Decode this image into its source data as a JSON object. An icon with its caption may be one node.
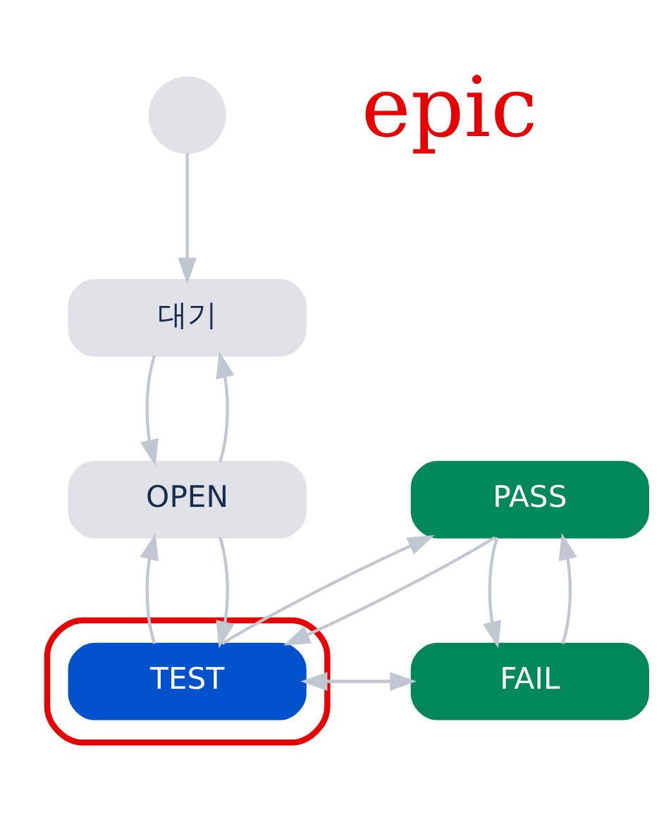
{
  "diagram": {
    "nodes": [
      {
        "text": [],
        "shape": "circle"
      },
      {
        "text": [
          "대기"
        ]
      },
      {
        "text": [
          "OPEN"
        ]
      },
      {
        "text": [],
        "shape": "ellipse"
      },
      {
        "text": [
          "TEST"
        ],
        "in": 3
      },
      {
        "text": [
          "PASS"
        ]
      },
      {
        "text": [
          "FAIL"
        ]
      }
    ],
    "edges": [
      {
        "from": 0,
        "to": 1,
        "arrow": "to"
      },
      {
        "from": 1,
        "to": 2,
        "arrow": "to"
      },
      {
        "from": 2,
        "to": 1,
        "arrow": "to"
      },
      {
        "from": 4,
        "to": 2,
        "arrow": "to"
      },
      {
        "from": 2,
        "to": 4,
        "arrow": "to"
      },
      {
        "from": 5,
        "to": 4,
        "arrow": "to"
      },
      {
        "from": 4,
        "to": 5,
        "arrow": "to"
      },
      {
        "from": 5,
        "to": 6,
        "arrow": "to"
      },
      {
        "from": 6,
        "to": 4,
        "arrow": "to"
      },
      {
        "from": 6,
        "to": 5,
        "arrow": "to"
      },
      {
        "from": 4,
        "to": 6,
        "arrow": "to"
      }
    ],
    "labels": [
      "epic"
    ]
  }
}
